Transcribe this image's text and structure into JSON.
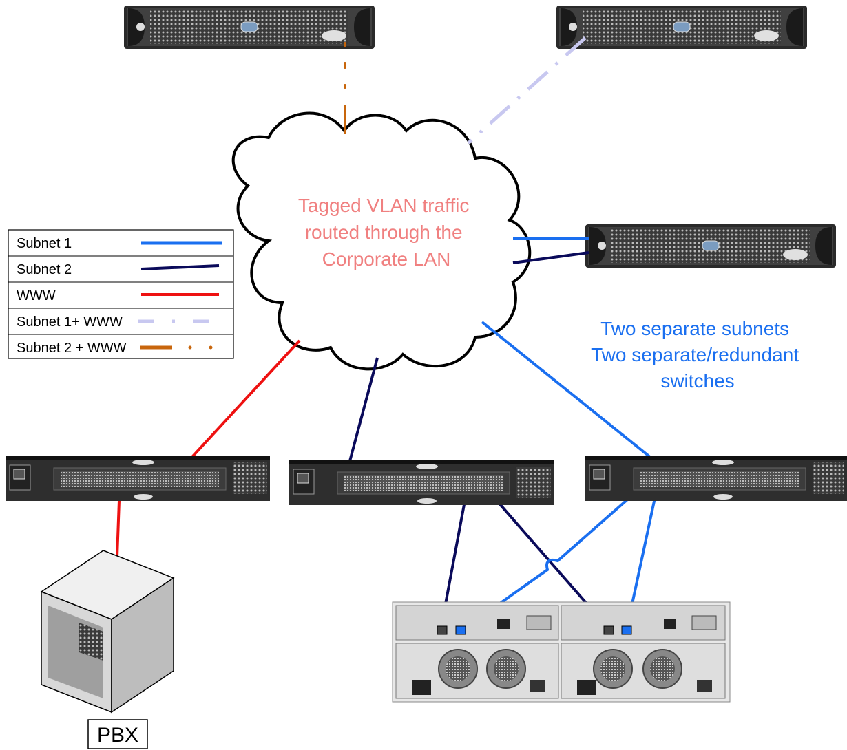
{
  "cloud": {
    "lines": [
      "Tagged VLAN traffic",
      "routed through the",
      "Corporate LAN"
    ]
  },
  "legend": {
    "items": [
      {
        "label": "Subnet 1",
        "color": "#1a6ff0",
        "style": "solid"
      },
      {
        "label": "Subnet 2",
        "color": "#0a0a5a",
        "style": "solid"
      },
      {
        "label": "WWW",
        "color": "#ee1111",
        "style": "solid"
      },
      {
        "label": "Subnet 1+ WWW",
        "color": "#c8c8f0",
        "style": "dash-dot"
      },
      {
        "label": "Subnet 2 + WWW",
        "color": "#c8660c",
        "style": "dash-dot"
      }
    ]
  },
  "note": {
    "lines": [
      "Two separate subnets",
      "Two separate/redundant",
      "switches"
    ]
  },
  "pbx": {
    "label": "PBX"
  },
  "colors": {
    "subnet1": "#1a6ff0",
    "subnet2": "#0a0a5a",
    "www": "#ee1111",
    "subnet1_www": "#c8c8f0",
    "subnet2_www": "#c8660c",
    "cloud_text": "#f08080",
    "note_text": "#1a6ff0"
  }
}
